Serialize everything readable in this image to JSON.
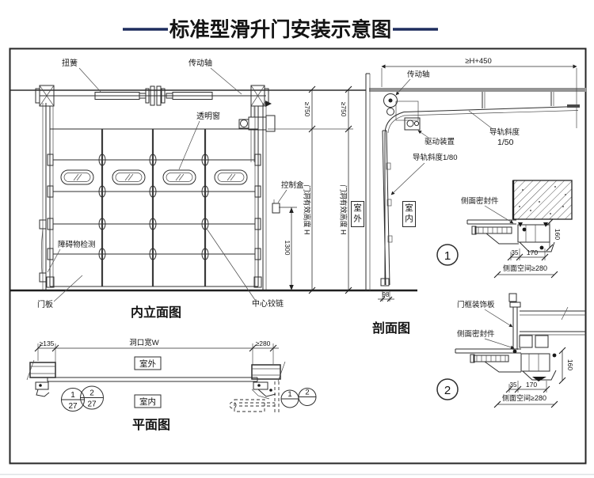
{
  "title": {
    "text": "标准型滑升门安装示意图"
  },
  "elevation": {
    "caption": "内立面图",
    "torsion_spring": "扭簧",
    "drive_shaft": "传动轴",
    "window": "透明窗",
    "control_box": "控制盒",
    "obstacle": "障碍物检测",
    "door_panel": "门板",
    "center_hinge": "中心铰链",
    "dim_headroom": "≥750",
    "dim_height": "门洞有效高度 H",
    "dim_control": "1300"
  },
  "section": {
    "caption": "剖面图",
    "drive_shaft": "传动轴",
    "drive_unit": "驱动装置",
    "slope_label": "导轨斜度",
    "slope_value": "1/50",
    "slope80": "导轨斜度1/80",
    "outdoor": "室外",
    "indoor": "室内",
    "dim_depth": "≥H+450",
    "dim_headroom": "≥750",
    "dim_height": "门洞有效高度 H",
    "dim_thickness": "98"
  },
  "detail1": {
    "number": "1",
    "seal": "侧面密封件",
    "dim_160": "160",
    "dim_35": "35",
    "dim_170": "170",
    "dim_space": "侧面空间≥280"
  },
  "detail2": {
    "number": "2",
    "trim": "门框装饰板",
    "seal": "侧面密封件",
    "dim_160": "160",
    "dim_35": "35",
    "dim_170": "170",
    "dim_space": "侧面空间≥280"
  },
  "plan": {
    "caption": "平面图",
    "outdoor": "室外",
    "indoor": "室内",
    "dim_left": "≥135",
    "dim_width": "洞口宽W",
    "dim_right": "≥280",
    "ref1_num": "1",
    "ref1_sheet": "27",
    "ref2_num": "2",
    "ref2_sheet": "27",
    "ref3_num": "1",
    "ref4_num": "2"
  },
  "colors": {
    "line": "#2a2a2a",
    "title_dash": "#1e2d5e",
    "ceiling": "#949494",
    "background": "#ffffff"
  }
}
